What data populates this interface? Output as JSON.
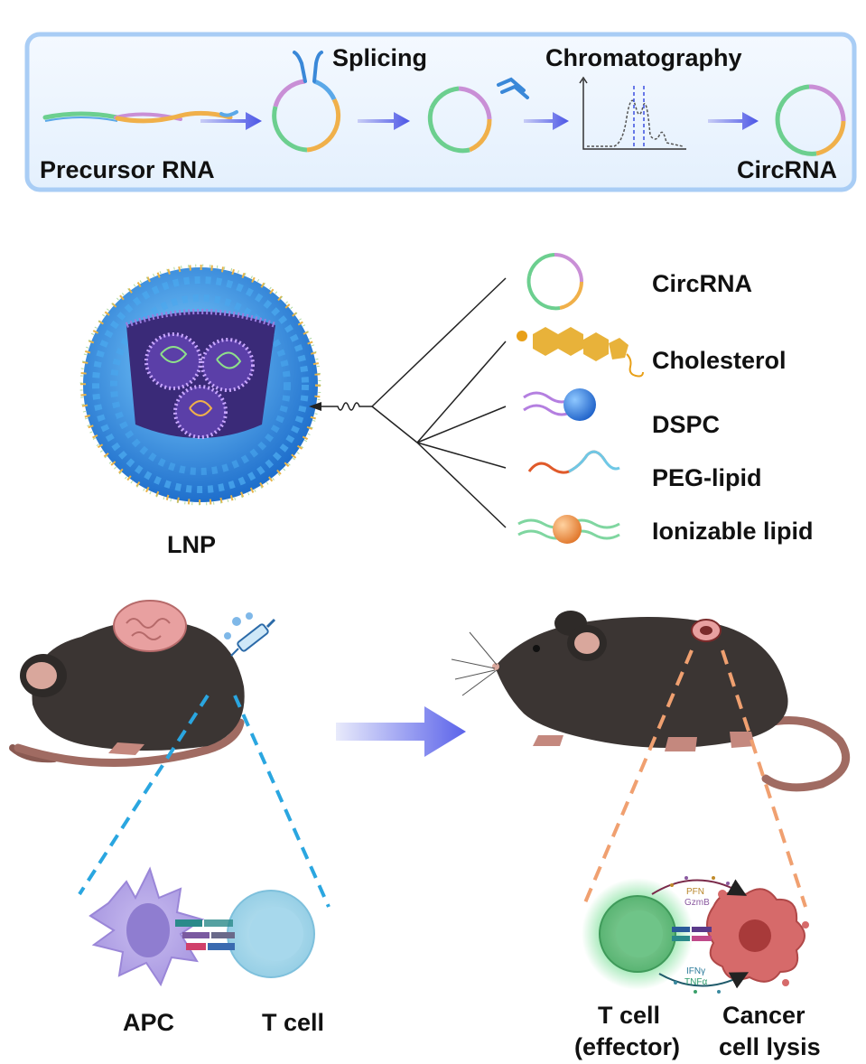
{
  "panel_a": {
    "precursor_label": "Precursor RNA",
    "splicing_label": "Splicing",
    "chromatography_label": "Chromatography",
    "circrna_label": "CircRNA"
  },
  "panel_b": {
    "lnp_label": "LNP",
    "components": [
      {
        "label": "CircRNA",
        "icon": "circrna-ring-icon"
      },
      {
        "label": "Cholesterol",
        "icon": "cholesterol-molecule-icon"
      },
      {
        "label": "DSPC",
        "icon": "dspc-lipid-icon"
      },
      {
        "label": "PEG-lipid",
        "icon": "peg-lipid-icon"
      },
      {
        "label": "Ionizable lipid",
        "icon": "ionizable-lipid-icon"
      }
    ]
  },
  "panel_c": {
    "apc_label": "APC",
    "t_cell_label": "T cell",
    "t_cell_effector_line1": "T cell",
    "t_cell_effector_line2": "(effector)",
    "cancer_line1": "Cancer",
    "cancer_line2": "cell lysis",
    "pfn_label": "PFN",
    "gzmb_label": "GzmB",
    "ifng_label": "IFNγ",
    "tnfa_label": "TNFα"
  },
  "colors": {
    "rna_green": "#6ccf8f",
    "rna_orange": "#f0b04a",
    "rna_pink": "#c98fd6",
    "arrow_blue": "#6a6ff0",
    "panel_border": "#a9cdf5",
    "mouse_body": "#3b3533",
    "tumor_pink": "#e8a0a0",
    "dash_blue": "#2aa6e0",
    "dash_orange": "#f0a070"
  }
}
